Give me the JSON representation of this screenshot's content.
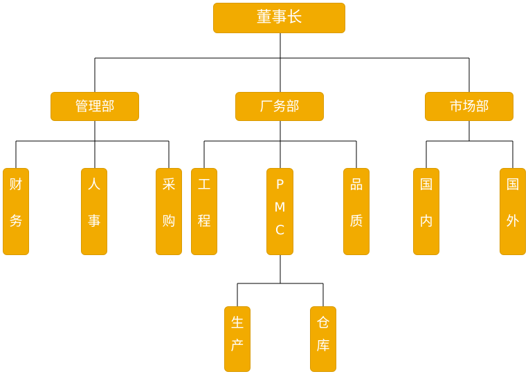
{
  "org_chart": {
    "root": "董事长",
    "departments": [
      {
        "label": "管理部",
        "children": [
          "财务",
          "人事",
          "采购"
        ]
      },
      {
        "label": "厂务部",
        "children": [
          "工程",
          "PMC",
          "品质"
        ]
      },
      {
        "label": "市场部",
        "children": [
          "国内",
          "国外"
        ]
      }
    ],
    "sub_units": {
      "parent": "PMC",
      "children": [
        "生产",
        "仓库"
      ]
    }
  },
  "colors": {
    "box_fill": "#f2ab00",
    "box_border": "#d99a00",
    "text": "#ffffff",
    "connector": "#000000"
  }
}
